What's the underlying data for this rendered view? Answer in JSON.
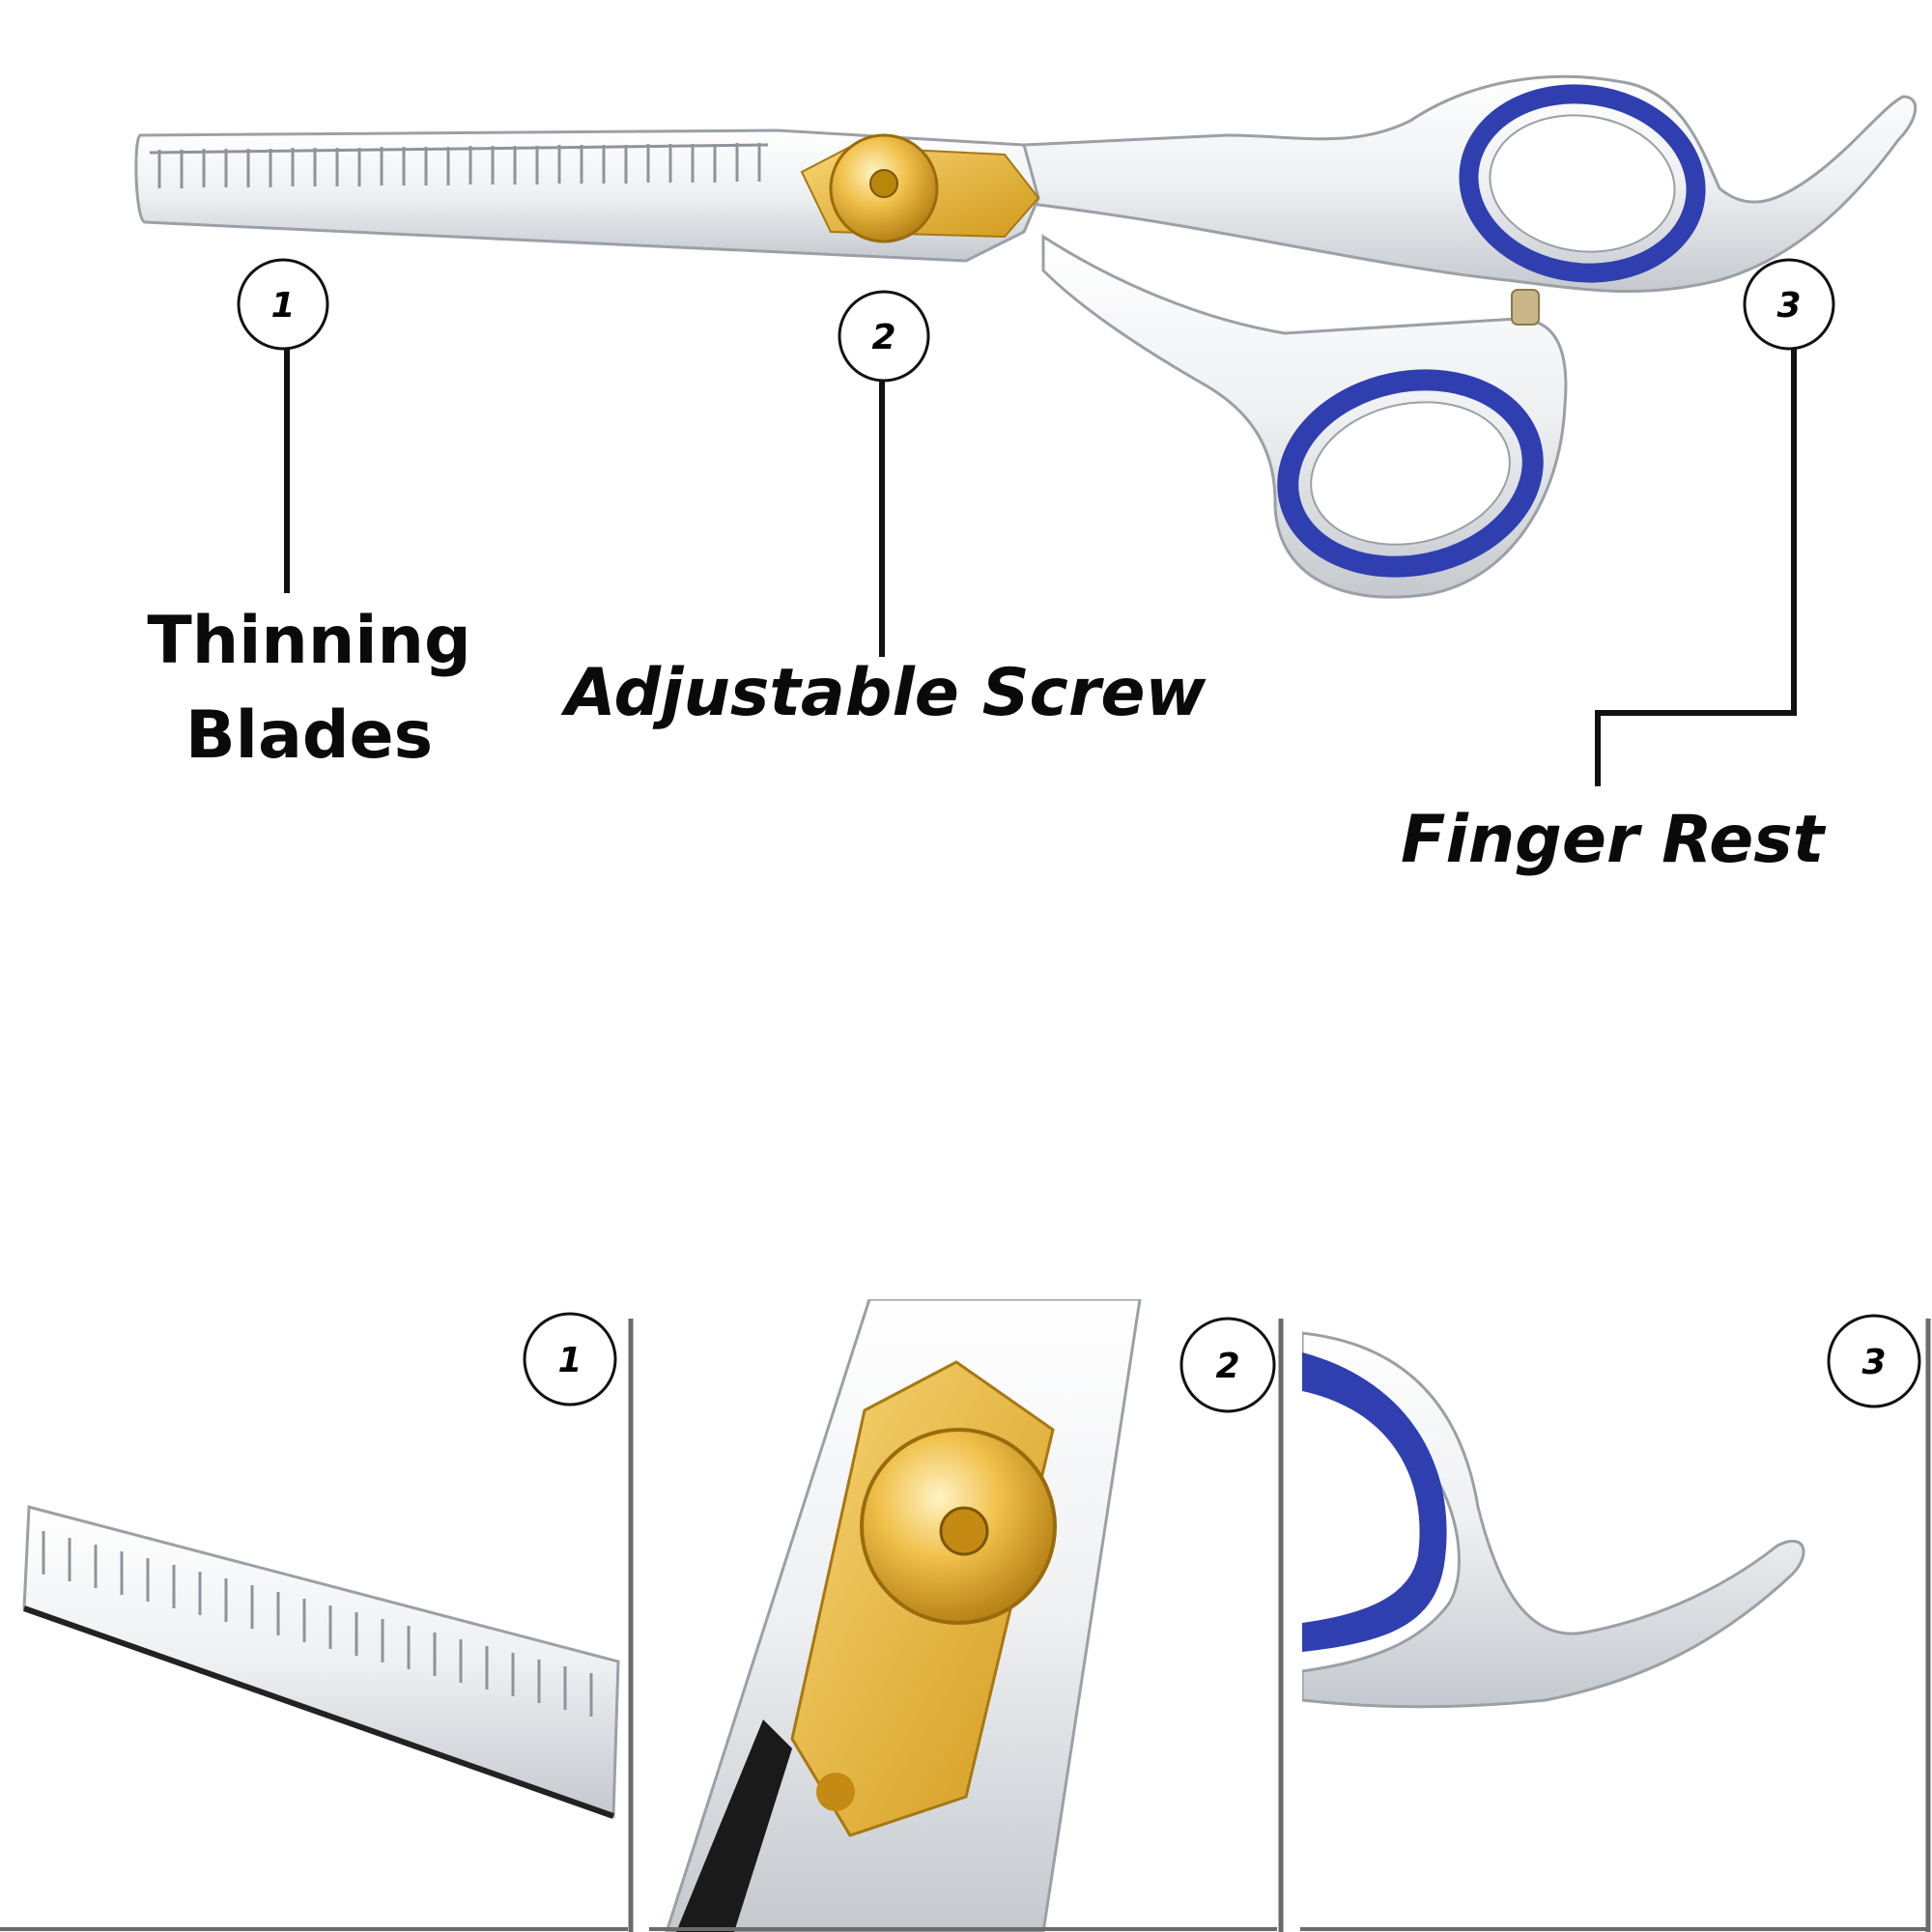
{
  "callouts": [
    {
      "number": "1",
      "label_lines": [
        "Thinning",
        "Blades"
      ]
    },
    {
      "number": "2",
      "label": "Adjustable Screw"
    },
    {
      "number": "3",
      "label": "Finger Rest"
    }
  ],
  "detail_panels": [
    {
      "number": "1"
    },
    {
      "number": "2"
    },
    {
      "number": "3"
    }
  ],
  "colors": {
    "steel": "#e6e8eb",
    "steel_edge": "#9aa0a6",
    "gold": "#e0a92a",
    "ring_blue": "#2f3fb0",
    "line": "#111111",
    "panel_border": "#6b6b6b"
  }
}
